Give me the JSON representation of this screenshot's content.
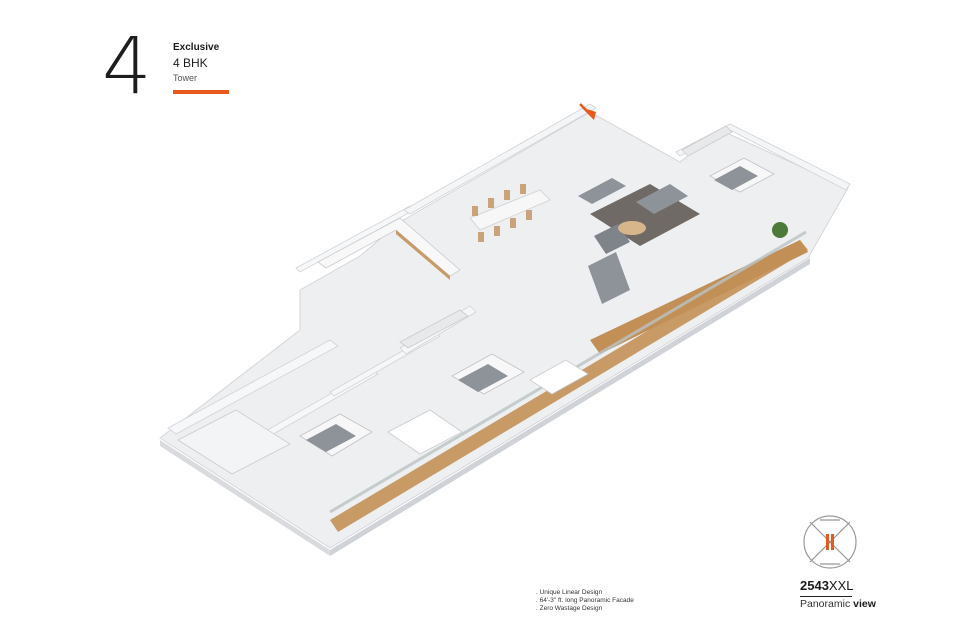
{
  "header": {
    "number": "4",
    "line1": "Exclusive",
    "line2": "4 BHK",
    "line3": "Tower"
  },
  "features": [
    ". Unique Linear Design",
    ". 64'-3\" ft. long Panoramic Facade",
    ". Zero Wastage Design"
  ],
  "brand": {
    "code_bold": "2543",
    "code_rest": "XXL",
    "sub_plain": "Panoramic ",
    "sub_bold": "view"
  },
  "icons": [
    "arrow-icon",
    "panoramic-view-logo-icon"
  ],
  "colors": {
    "accent": "#e85a1c",
    "wood": "#c79a66",
    "wall": "#f2f3f5",
    "floor": "#e6e7ea",
    "sofa": "#8e9299",
    "glass": "#b9c3c4"
  }
}
